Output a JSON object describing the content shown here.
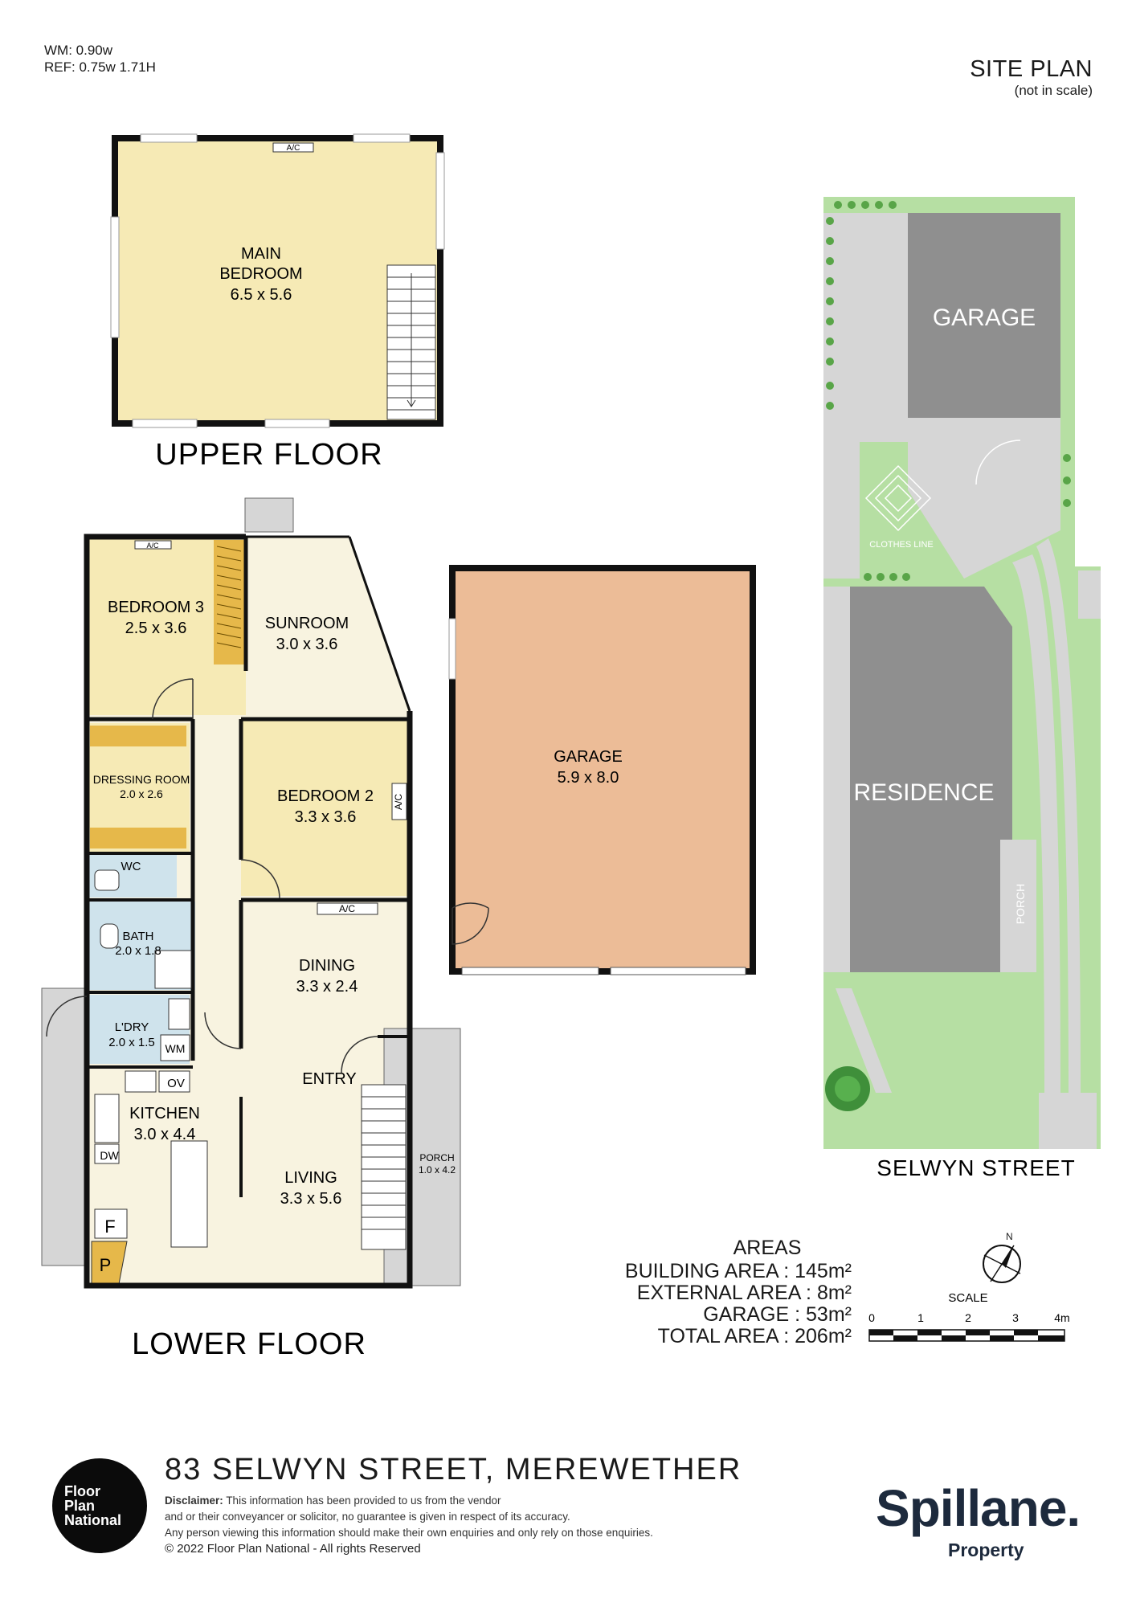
{
  "header": {
    "wm": "WM: 0.90w",
    "ref": "REF: 0.75w 1.71H"
  },
  "site_plan": {
    "title": "SITE PLAN",
    "subtitle": "(not in scale)",
    "garage": "GARAGE",
    "residence": "RESIDENCE",
    "clothes_line": "CLOTHES LINE",
    "porch": "PORCH",
    "street": "SELWYN STREET"
  },
  "upper_floor": {
    "label": "UPPER FLOOR",
    "main_bedroom": {
      "name_l1": "MAIN",
      "name_l2": "BEDROOM",
      "size": "6.5 x 5.6"
    },
    "ac": "A/C"
  },
  "lower_floor": {
    "label": "LOWER FLOOR",
    "bedroom3": {
      "name": "BEDROOM 3",
      "size": "2.5 x 3.6"
    },
    "sunroom": {
      "name": "SUNROOM",
      "size": "3.0 x 3.6"
    },
    "dressing": {
      "name": "DRESSING ROOM",
      "size": "2.0 x 2.6"
    },
    "bedroom2": {
      "name": "BEDROOM 2",
      "size": "3.3 x 3.6"
    },
    "wc": "WC",
    "bath": {
      "name": "BATH",
      "size": "2.0 x 1.8"
    },
    "laundry": {
      "name": "L'DRY",
      "size": "2.0 x 1.5"
    },
    "wm": "WM",
    "ov": "OV",
    "dw": "DW",
    "kitchen": {
      "name": "KITCHEN",
      "size": "3.0 x 4.4"
    },
    "dining": {
      "name": "DINING",
      "size": "3.3 x 2.4"
    },
    "entry": "ENTRY",
    "living": {
      "name": "LIVING",
      "size": "3.3 x 5.6"
    },
    "porch": {
      "name": "PORCH",
      "size": "1.0 x 4.2"
    },
    "ac": "A/C",
    "f": "F",
    "p": "P"
  },
  "garage_plan": {
    "name": "GARAGE",
    "size": "5.9 x 8.0"
  },
  "areas": {
    "title": "AREAS",
    "rows": [
      {
        "label": "BUILDING AREA :",
        "value": "145m²"
      },
      {
        "label": "EXTERNAL AREA :",
        "value": "8m²"
      },
      {
        "label": "GARAGE :",
        "value": "53m²"
      },
      {
        "label": "TOTAL AREA :",
        "value": "206m²"
      }
    ]
  },
  "scale": {
    "label": "SCALE",
    "ticks": [
      "0",
      "1",
      "2",
      "3",
      "4m"
    ],
    "north": "N"
  },
  "footer": {
    "address": "83 SELWYN STREET, MEREWETHER",
    "disclaimer_label": "Disclaimer:",
    "disclaimer_l1": "This information has been provided to us from the vendor",
    "disclaimer_l2": "and or their conveyancer or solicitor, no guarantee is given in respect of its accuracy.",
    "disclaimer_l3": "Any person viewing this information should make their own enquiries and only rely on those enquiries.",
    "copyright": "© 2022 Floor Plan National - All rights Reserved",
    "fpn_logo_l1": "Floor",
    "fpn_logo_l2": "Plan",
    "fpn_logo_l3": "National",
    "brand": "Spillane.",
    "brand_sub": "Property"
  },
  "colors": {
    "bedroom_yellow": "#f6eab5",
    "living_cream": "#f8f3e0",
    "wet_blue": "#cfe3ec",
    "garage_peach": "#ecbc97",
    "grass_green": "#b6dfa3",
    "concrete_grey": "#d6d6d6",
    "building_grey": "#8f8f8f",
    "robe_gold": "#e6b84a"
  }
}
